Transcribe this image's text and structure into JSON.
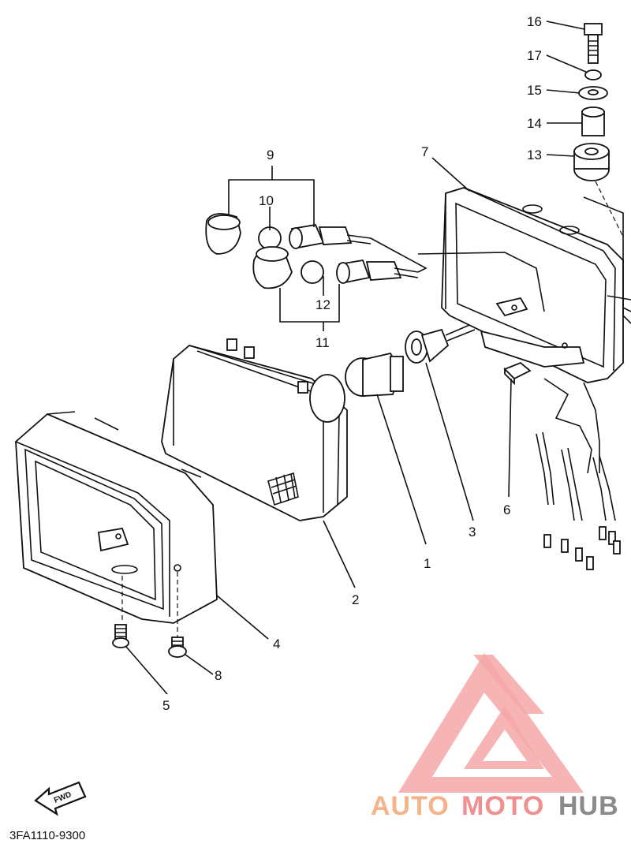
{
  "diagram": {
    "part_code": "3FA1110-9300",
    "fwd_label": "FWD",
    "callouts": {
      "c1": "1",
      "c2": "2",
      "c3": "3",
      "c4": "4",
      "c5": "5",
      "c6": "6",
      "c7": "7",
      "c8": "8",
      "c9": "9",
      "c10": "10",
      "c11": "11",
      "c12": "12",
      "c13": "13",
      "c14": "14",
      "c15": "15",
      "c16": "16",
      "c17": "17"
    }
  },
  "watermark": {
    "auto": "AUTO",
    "moto": "MOTO",
    "hub": "HUB",
    "colors": {
      "auto": "#f4b38a",
      "moto": "#f08f8f",
      "hub": "#8a8a8a",
      "logo": "#f3a3a3"
    }
  }
}
